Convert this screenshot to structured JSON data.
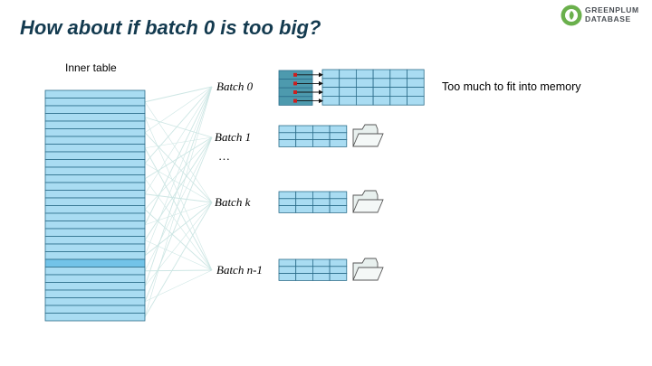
{
  "slide": {
    "title": "How about if batch 0 is too big?"
  },
  "logo": {
    "line1": "GREENPLUM",
    "line2": "DATABASE",
    "brand_color": "#6ab04c"
  },
  "inner_table": {
    "label": "Inner table",
    "highlighted_row": 22
  },
  "batches": [
    {
      "label": "Batch 0"
    },
    {
      "label": "Batch 1"
    },
    {
      "label": "Batch k"
    },
    {
      "label": "Batch n-1"
    }
  ],
  "ellipsis": "…",
  "note": "Too much to fit into memory",
  "colors": {
    "cell_fill": "#a9dcf2",
    "cell_border": "#2b6d8a",
    "highlight_fill": "#72c3e8",
    "hash_fill": "#4d9aae",
    "pointer": "#cc1f1f",
    "fan_line": "#cde6e4",
    "folder_fill": "#e8f0ee",
    "folder_stroke": "#555555",
    "title": "#133a4f"
  },
  "icons": [
    "folder-icon"
  ]
}
